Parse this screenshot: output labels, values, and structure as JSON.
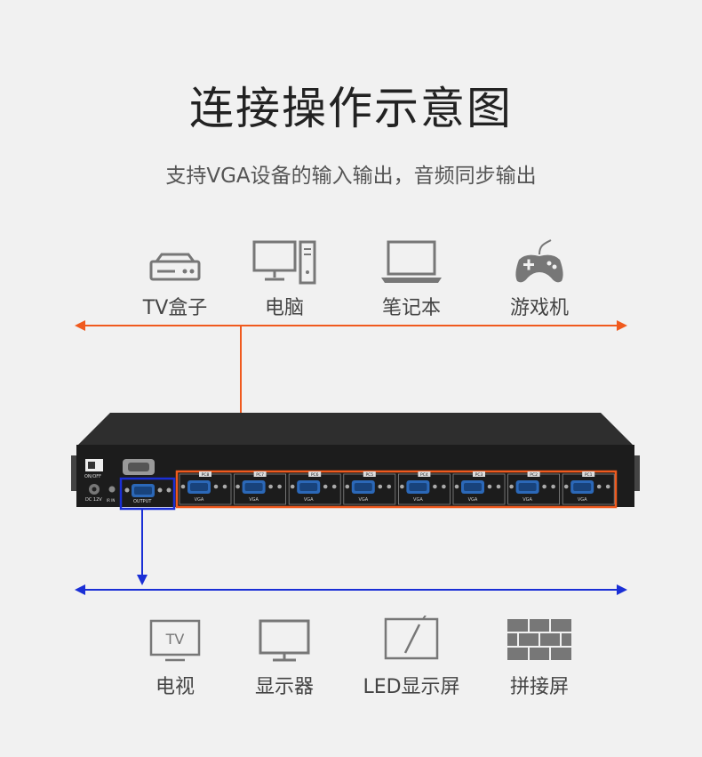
{
  "title": "连接操作示意图",
  "subtitle": "支持VGA设备的输入输出，音频同步输出",
  "inputs": [
    {
      "label": "TV盒子",
      "icon": "tv-box-icon"
    },
    {
      "label": "电脑",
      "icon": "desktop-computer-icon"
    },
    {
      "label": "笔记本",
      "icon": "laptop-icon"
    },
    {
      "label": "游戏机",
      "icon": "gamepad-icon"
    }
  ],
  "outputs": [
    {
      "label": "电视",
      "icon": "tv-icon"
    },
    {
      "label": "显示器",
      "icon": "monitor-icon"
    },
    {
      "label": "LED显示屏",
      "icon": "led-screen-icon"
    },
    {
      "label": "拼接屏",
      "icon": "video-wall-icon"
    }
  ],
  "device": {
    "power_label": "ON/OFF",
    "dc_label": "DC 12V",
    "ir_label": "IR IN",
    "output_label": "OUTPUT",
    "vga_label": "VGA",
    "port_labels": [
      "PC8",
      "PC7",
      "PC6",
      "PC5",
      "PC4",
      "PC3",
      "PC2",
      "PC1"
    ]
  },
  "colors": {
    "input_arrow": "#f05a1e",
    "output_arrow": "#1a2fd6",
    "device_body": "#1c1c1c"
  }
}
